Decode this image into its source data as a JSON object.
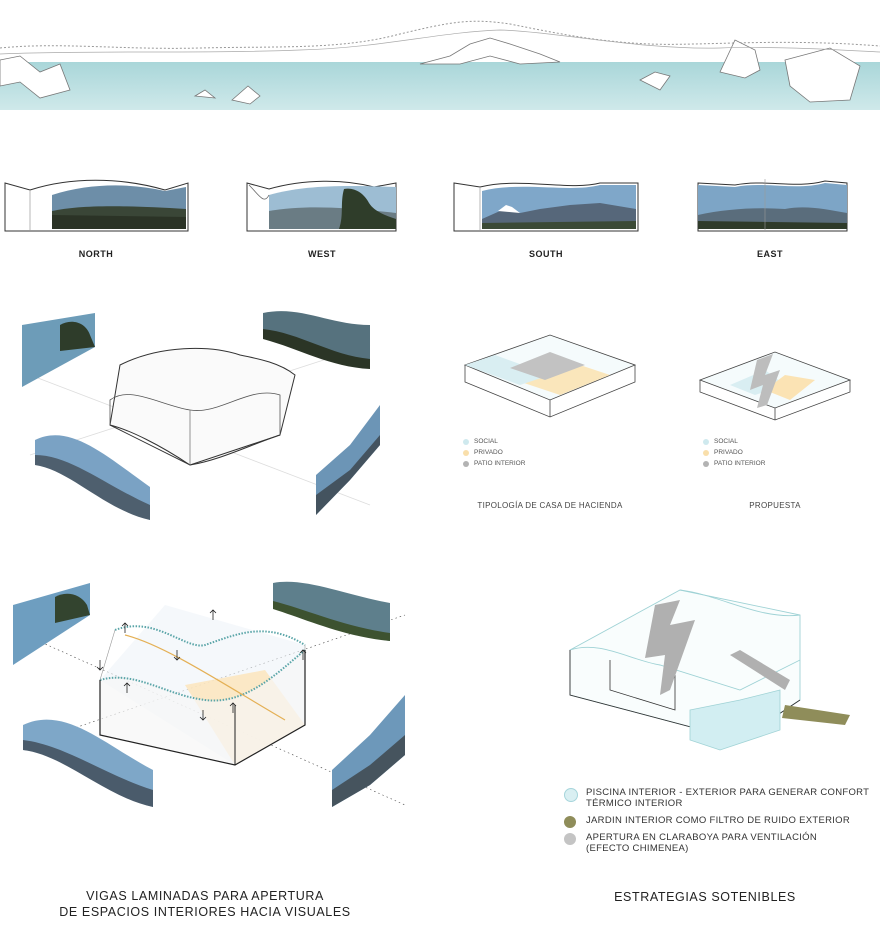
{
  "colors": {
    "sky": "#8fb7cf",
    "teal_water": "#cfe8ea",
    "mountain_dark": "#3b4a38",
    "social": "#cfe9ee",
    "privado": "#f9dfab",
    "patio": "#b3b3b3",
    "jardin": "#8f8d5a",
    "piscina": "#d9eff2",
    "apertura": "#c4c4c4"
  },
  "views": {
    "north": "NORTH",
    "west": "WEST",
    "south": "SOUTH",
    "east": "EAST"
  },
  "legend_left": {
    "social": "SOCIAL",
    "privado": "PRIVADO",
    "patio": "PATIO INTERIOR"
  },
  "legend_right": {
    "social": "SOCIAL",
    "privado": "PRIVADO",
    "patio": "PATIO INTERIOR"
  },
  "captions": {
    "tipologia": "TIPOLOGÍA DE CASA DE HACIENDA",
    "propuesta": "PROPUESTA"
  },
  "strategies": {
    "piscina_line1": "PISCINA INTERIOR - EXTERIOR PARA GENERAR  CONFORT",
    "piscina_line2": "TÉRMICO INTERIOR",
    "jardin": "JARDIN INTERIOR COMO FILTRO DE RUIDO EXTERIOR",
    "apertura_line1": "APERTURA EN CLARABOYA PARA  VENTILACIÓN",
    "apertura_line2": "(EFECTO CHIMENEA)"
  },
  "titles": {
    "vigas_line1": "VIGAS LAMINADAS PARA APERTURA",
    "vigas_line2": "DE ESPACIOS INTERIORES HACIA VISUALES",
    "estrategias": "ESTRATEGIAS SOTENIBLES"
  }
}
